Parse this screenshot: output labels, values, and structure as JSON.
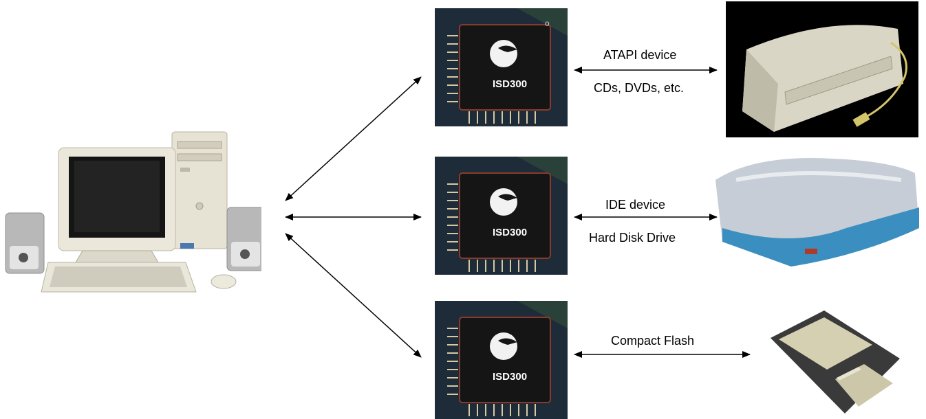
{
  "diagram": {
    "chips": [
      {
        "label": "ISD300"
      },
      {
        "label": "ISD300"
      },
      {
        "label": "ISD300"
      }
    ],
    "links": [
      {
        "line1": "ATAPI device",
        "line2": "CDs, DVDs, etc."
      },
      {
        "line1": "IDE device",
        "line2": "Hard Disk Drive"
      },
      {
        "line1": "Compact Flash",
        "line2": ""
      }
    ],
    "colors": {
      "arrow": "#000000",
      "chip_board": "#1e2c3a",
      "chip_body": "#151515",
      "chip_pins": "#d8c8a0",
      "hdd_blue": "#3a8fc0"
    },
    "icons": [
      "desktop-computer-icon",
      "usb-optical-drive-icon",
      "usb-hard-drive-icon",
      "compact-flash-card-icon",
      "isd300-chip-icon"
    ]
  }
}
